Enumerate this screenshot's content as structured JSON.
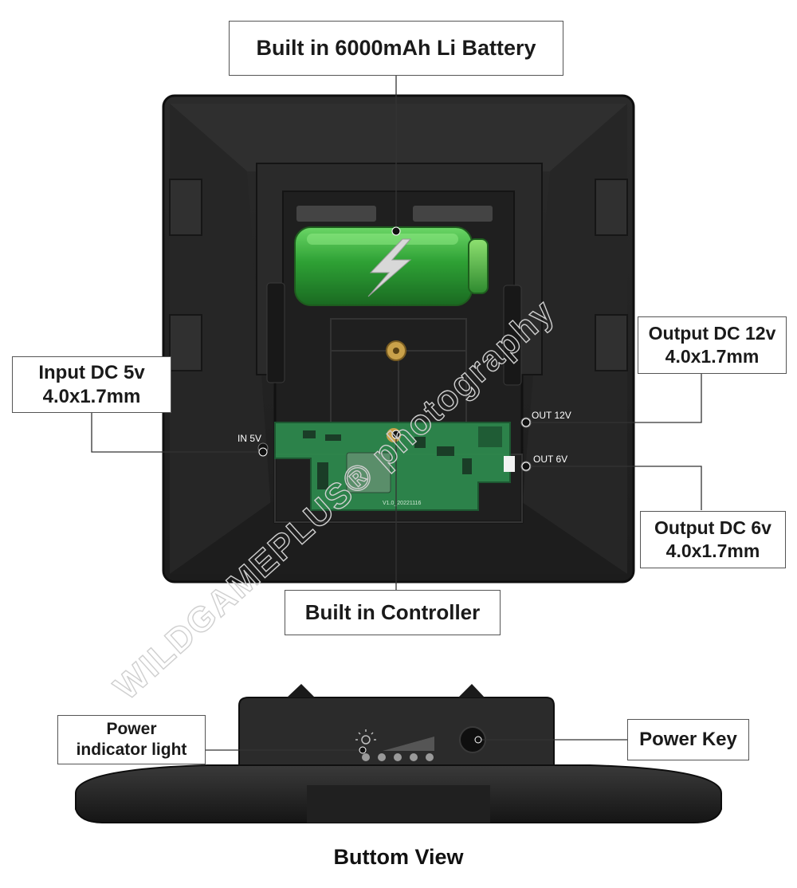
{
  "callouts": {
    "battery": "Built in 6000mAh Li Battery",
    "input": "Input DC 5v\n4.0x1.7mm",
    "output12": "Output DC 12v\n4.0x1.7mm",
    "output6": "Output DC 6v\n4.0x1.7mm",
    "controller": "Built in Controller",
    "power_light": "Power\nindicator light",
    "power_key": "Power Key"
  },
  "ports": {
    "in5v": "IN 5V",
    "out12v": "OUT 12V",
    "out6v": "OUT 6V"
  },
  "pcb_text": "V1.0_20221116",
  "watermark": "WILDGAMEPLUS® photography",
  "caption": "Buttom View",
  "colors": {
    "device_body": "#222222",
    "battery_green": "#35b03a",
    "pcb_green": "#2e8b4e",
    "leader_line": "#333333"
  }
}
